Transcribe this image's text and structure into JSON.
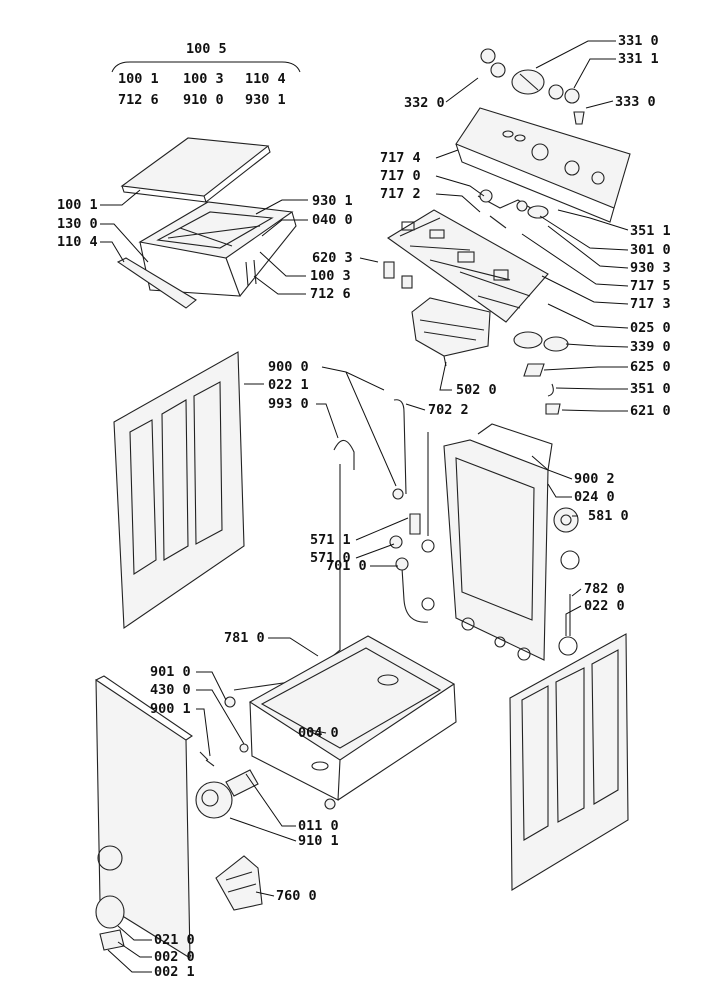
{
  "assembly": {
    "top": "100 5",
    "row1": [
      "100 1",
      "100 3",
      "110 4"
    ],
    "row2": [
      "712 6",
      "910 0",
      "930 1"
    ]
  },
  "labels": {
    "l3310": "331 0",
    "l3311": "331 1",
    "l3320": "332 0",
    "l3330": "333 0",
    "l7174": "717 4",
    "l7170": "717 0",
    "l7172": "717 2",
    "l1001": "100 1",
    "l1300": "130 0",
    "l1104": "110 4",
    "l9301": "930 1",
    "l0400": "040 0",
    "l6203": "620 3",
    "l1003": "100 3",
    "l7126": "712 6",
    "l3511": "351 1",
    "l3010": "301 0",
    "l9303": "930 3",
    "l7175": "717 5",
    "l7173": "717 3",
    "l0250": "025 0",
    "l3390": "339 0",
    "l6250": "625 0",
    "l3510": "351 0",
    "l6210": "621 0",
    "l9000": "900 0",
    "l0221": "022 1",
    "l9930": "993 0",
    "l5020": "502 0",
    "l7022": "702 2",
    "l9002": "900 2",
    "l0240": "024 0",
    "l5810": "581 0",
    "l5711": "571 1",
    "l5710": "571 0",
    "l7010": "701 0",
    "l7820": "782 0",
    "l0220": "022 0",
    "l7810": "781 0",
    "l9010": "901 0",
    "l4300": "430 0",
    "l9001": "900 1",
    "l0040": "004 0",
    "l0110": "011 0",
    "l9101": "910 1",
    "l7600": "760 0",
    "l0210": "021 0",
    "l0020": "002 0",
    "l0021": "002 1"
  }
}
